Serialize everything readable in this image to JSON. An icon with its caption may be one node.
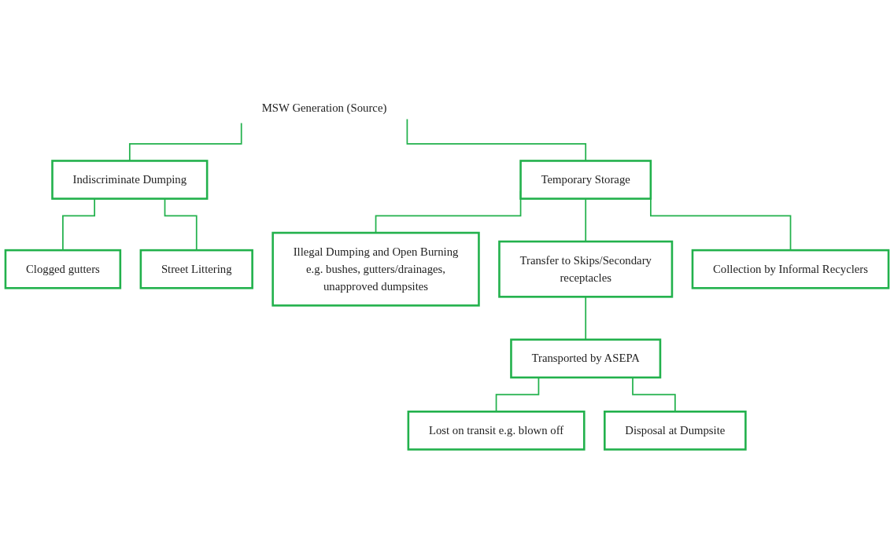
{
  "diagram": {
    "nodes": [
      {
        "text": [
          "MSW Generation (Source)"
        ]
      },
      {
        "text": [
          "Indiscriminate Dumping"
        ]
      },
      {
        "text": [
          "Temporary Storage"
        ]
      },
      {
        "text": [
          "Clogged gutters"
        ]
      },
      {
        "text": [
          "Street Littering"
        ]
      },
      {
        "text": [
          "Illegal Dumping and Open Burning e.g. bushes, gutters/drainages, unapproved dumpsites"
        ]
      },
      {
        "text": [
          "Transfer to Skips/Secondary receptacles"
        ]
      },
      {
        "text": [
          "Collection by Informal Recyclers"
        ]
      },
      {
        "text": [
          "Transported by ASEPA"
        ]
      },
      {
        "text": [
          "Lost on transit e.g. blown off"
        ]
      },
      {
        "text": [
          "Disposal at Dumpsite"
        ]
      }
    ],
    "edges": [
      {
        "from": 0,
        "to": 1,
        "arrow": "none"
      },
      {
        "from": 0,
        "to": 2,
        "arrow": "none"
      },
      {
        "from": 1,
        "to": 3,
        "arrow": "none"
      },
      {
        "from": 1,
        "to": 4,
        "arrow": "none"
      },
      {
        "from": 2,
        "to": 5,
        "arrow": "none"
      },
      {
        "from": 2,
        "to": 6,
        "arrow": "none"
      },
      {
        "from": 2,
        "to": 7,
        "arrow": "none"
      },
      {
        "from": 6,
        "to": 8,
        "arrow": "none"
      },
      {
        "from": 8,
        "to": 9,
        "arrow": "none"
      },
      {
        "from": 8,
        "to": 10,
        "arrow": "none"
      }
    ]
  }
}
